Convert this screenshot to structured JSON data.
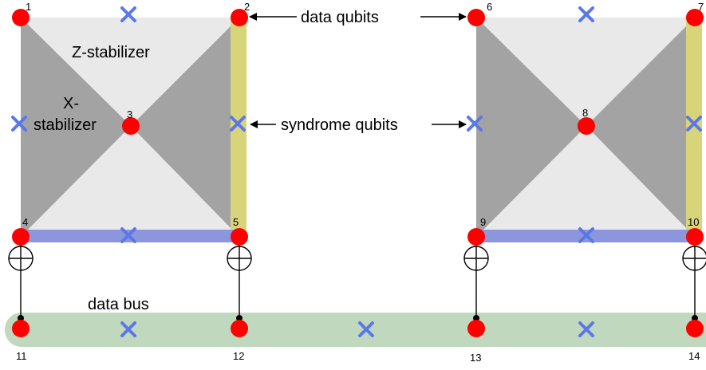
{
  "labels": {
    "z_stabilizer": "Z-stabilizer",
    "x_stabilizer_line1": "X-",
    "x_stabilizer_line2": "stabilizer",
    "data_qubits": "data qubits",
    "syndrome_qubits": "syndrome qubits",
    "data_bus": "data bus"
  },
  "qubit_numbers": [
    "1",
    "2",
    "3",
    "4",
    "5",
    "6",
    "7",
    "8",
    "9",
    "10",
    "11",
    "12",
    "13",
    "14"
  ],
  "colors": {
    "light_face": "#e9e9e9",
    "dark_face": "#a3a3a3",
    "qubit_red": "#ff0000",
    "syndrome_blue": "#5b78e8",
    "yellow_edge": "#d8d47a",
    "blue_edge": "#8c96dc",
    "bus_green": "#c0d8bd"
  }
}
